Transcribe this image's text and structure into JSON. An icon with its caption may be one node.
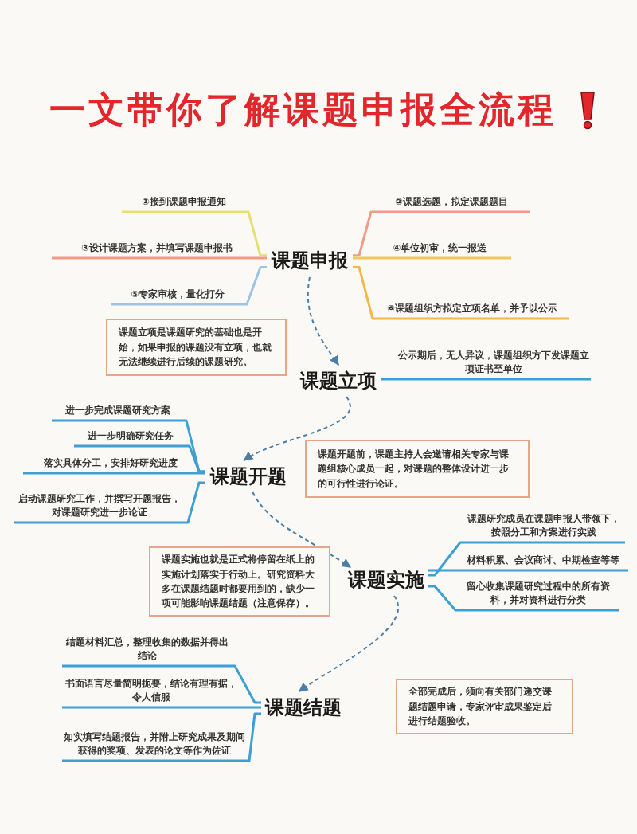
{
  "diagram": {
    "title": "一文带你了解课题申报全流程",
    "nodes": [
      {
        "text": [
          "课题申报"
        ]
      },
      {
        "text": [
          "①接到课题申报通知"
        ]
      },
      {
        "text": [
          "②课题选题，拟定课题题目"
        ]
      },
      {
        "text": [
          "③设计课题方案，并填写课题申报书"
        ]
      },
      {
        "text": [
          "④单位初审，统一报送"
        ]
      },
      {
        "text": [
          "⑤专家审核，量化打分"
        ]
      },
      {
        "text": [
          "⑥课题组织方拟定立项名单，并予以公示"
        ]
      },
      {
        "text": [
          "课题立项是课题研究的基础也是开始，如果申报的课题没有立项，也就无法继续进行后续的课题研究。"
        ]
      },
      {
        "text": [
          "课题立项"
        ]
      },
      {
        "text": [
          "公示期后，无人异议，课题组织方下发课题立项证书至单位"
        ]
      },
      {
        "text": [
          "进一步完成课题研究方案"
        ]
      },
      {
        "text": [
          "进一步明确研究任务"
        ]
      },
      {
        "text": [
          "落实具体分工，安排好研究进度"
        ]
      },
      {
        "text": [
          "启动课题研究工作，并撰写开题报告，对课题研究进一步论证"
        ]
      },
      {
        "text": [
          "课题开题"
        ]
      },
      {
        "text": [
          "课题开题前，课题主持人会邀请相关专家与课题组核心成员一起，对课题的整体设计进一步的可行性进行论证。"
        ]
      },
      {
        "text": [
          "课题研究成员在课题申报人带领下，按照分工和方案进行实践"
        ]
      },
      {
        "text": [
          "课题实施也就是正式将停留在纸上的实施计划落实于行动上。研究资料大多在课题结题时都要用到的，缺少一项可能影响课题结题（注意保存）。"
        ]
      },
      {
        "text": [
          "课题实施"
        ]
      },
      {
        "text": [
          "材料积累、会议商讨、中期检查等等"
        ]
      },
      {
        "text": [
          "留心收集课题研究过程中的所有资料，并对资料进行分类"
        ]
      },
      {
        "text": [
          "结题材料汇总，整理收集的数据并得出结论"
        ]
      },
      {
        "text": [
          "书面语言尽量简明扼要，结论有理有据，令人信服"
        ]
      },
      {
        "text": [
          "如实填写结题报告，并附上研究成果及期间获得的奖项、发表的论文等作为佐证"
        ]
      },
      {
        "text": [
          "课题结题"
        ]
      },
      {
        "text": [
          "全部完成后，须向有关部门递交课题结题申请，专家评审成果鉴定后进行结题验收。"
        ]
      }
    ],
    "edges": [
      {
        "from": 0,
        "to": 1,
        "arrow": "none",
        "color": "#e6e070"
      },
      {
        "from": 0,
        "to": 2,
        "arrow": "none",
        "color": "#ee9c86"
      },
      {
        "from": 0,
        "to": 3,
        "arrow": "none",
        "color": "#ee9c86"
      },
      {
        "from": 0,
        "to": 4,
        "arrow": "none",
        "color": "#f0c860"
      },
      {
        "from": 0,
        "to": 5,
        "arrow": "none",
        "color": "#9cc4e4"
      },
      {
        "from": 0,
        "to": 6,
        "arrow": "none",
        "color": "#f2b84a"
      },
      {
        "from": 0,
        "to": 8,
        "arrow": "to",
        "style": "dashed",
        "color": "#4a7ea8"
      },
      {
        "from": 8,
        "to": 9,
        "arrow": "none"
      },
      {
        "from": 8,
        "to": 14,
        "arrow": "to",
        "style": "dashed",
        "color": "#4a7ea8"
      },
      {
        "from": 14,
        "to": 10,
        "arrow": "none"
      },
      {
        "from": 14,
        "to": 11,
        "arrow": "none"
      },
      {
        "from": 14,
        "to": 12,
        "arrow": "none"
      },
      {
        "from": 14,
        "to": 13,
        "arrow": "none"
      },
      {
        "from": 14,
        "to": 18,
        "arrow": "to",
        "style": "dashed",
        "color": "#4a7ea8"
      },
      {
        "from": 18,
        "to": 16,
        "arrow": "none"
      },
      {
        "from": 18,
        "to": 19,
        "arrow": "none"
      },
      {
        "from": 18,
        "to": 20,
        "arrow": "none"
      },
      {
        "from": 18,
        "to": 24,
        "arrow": "to",
        "style": "dashed",
        "color": "#4a7ea8"
      },
      {
        "from": 24,
        "to": 21,
        "arrow": "none"
      },
      {
        "from": 24,
        "to": 22,
        "arrow": "none"
      },
      {
        "from": 24,
        "to": 23,
        "arrow": "none"
      }
    ]
  }
}
